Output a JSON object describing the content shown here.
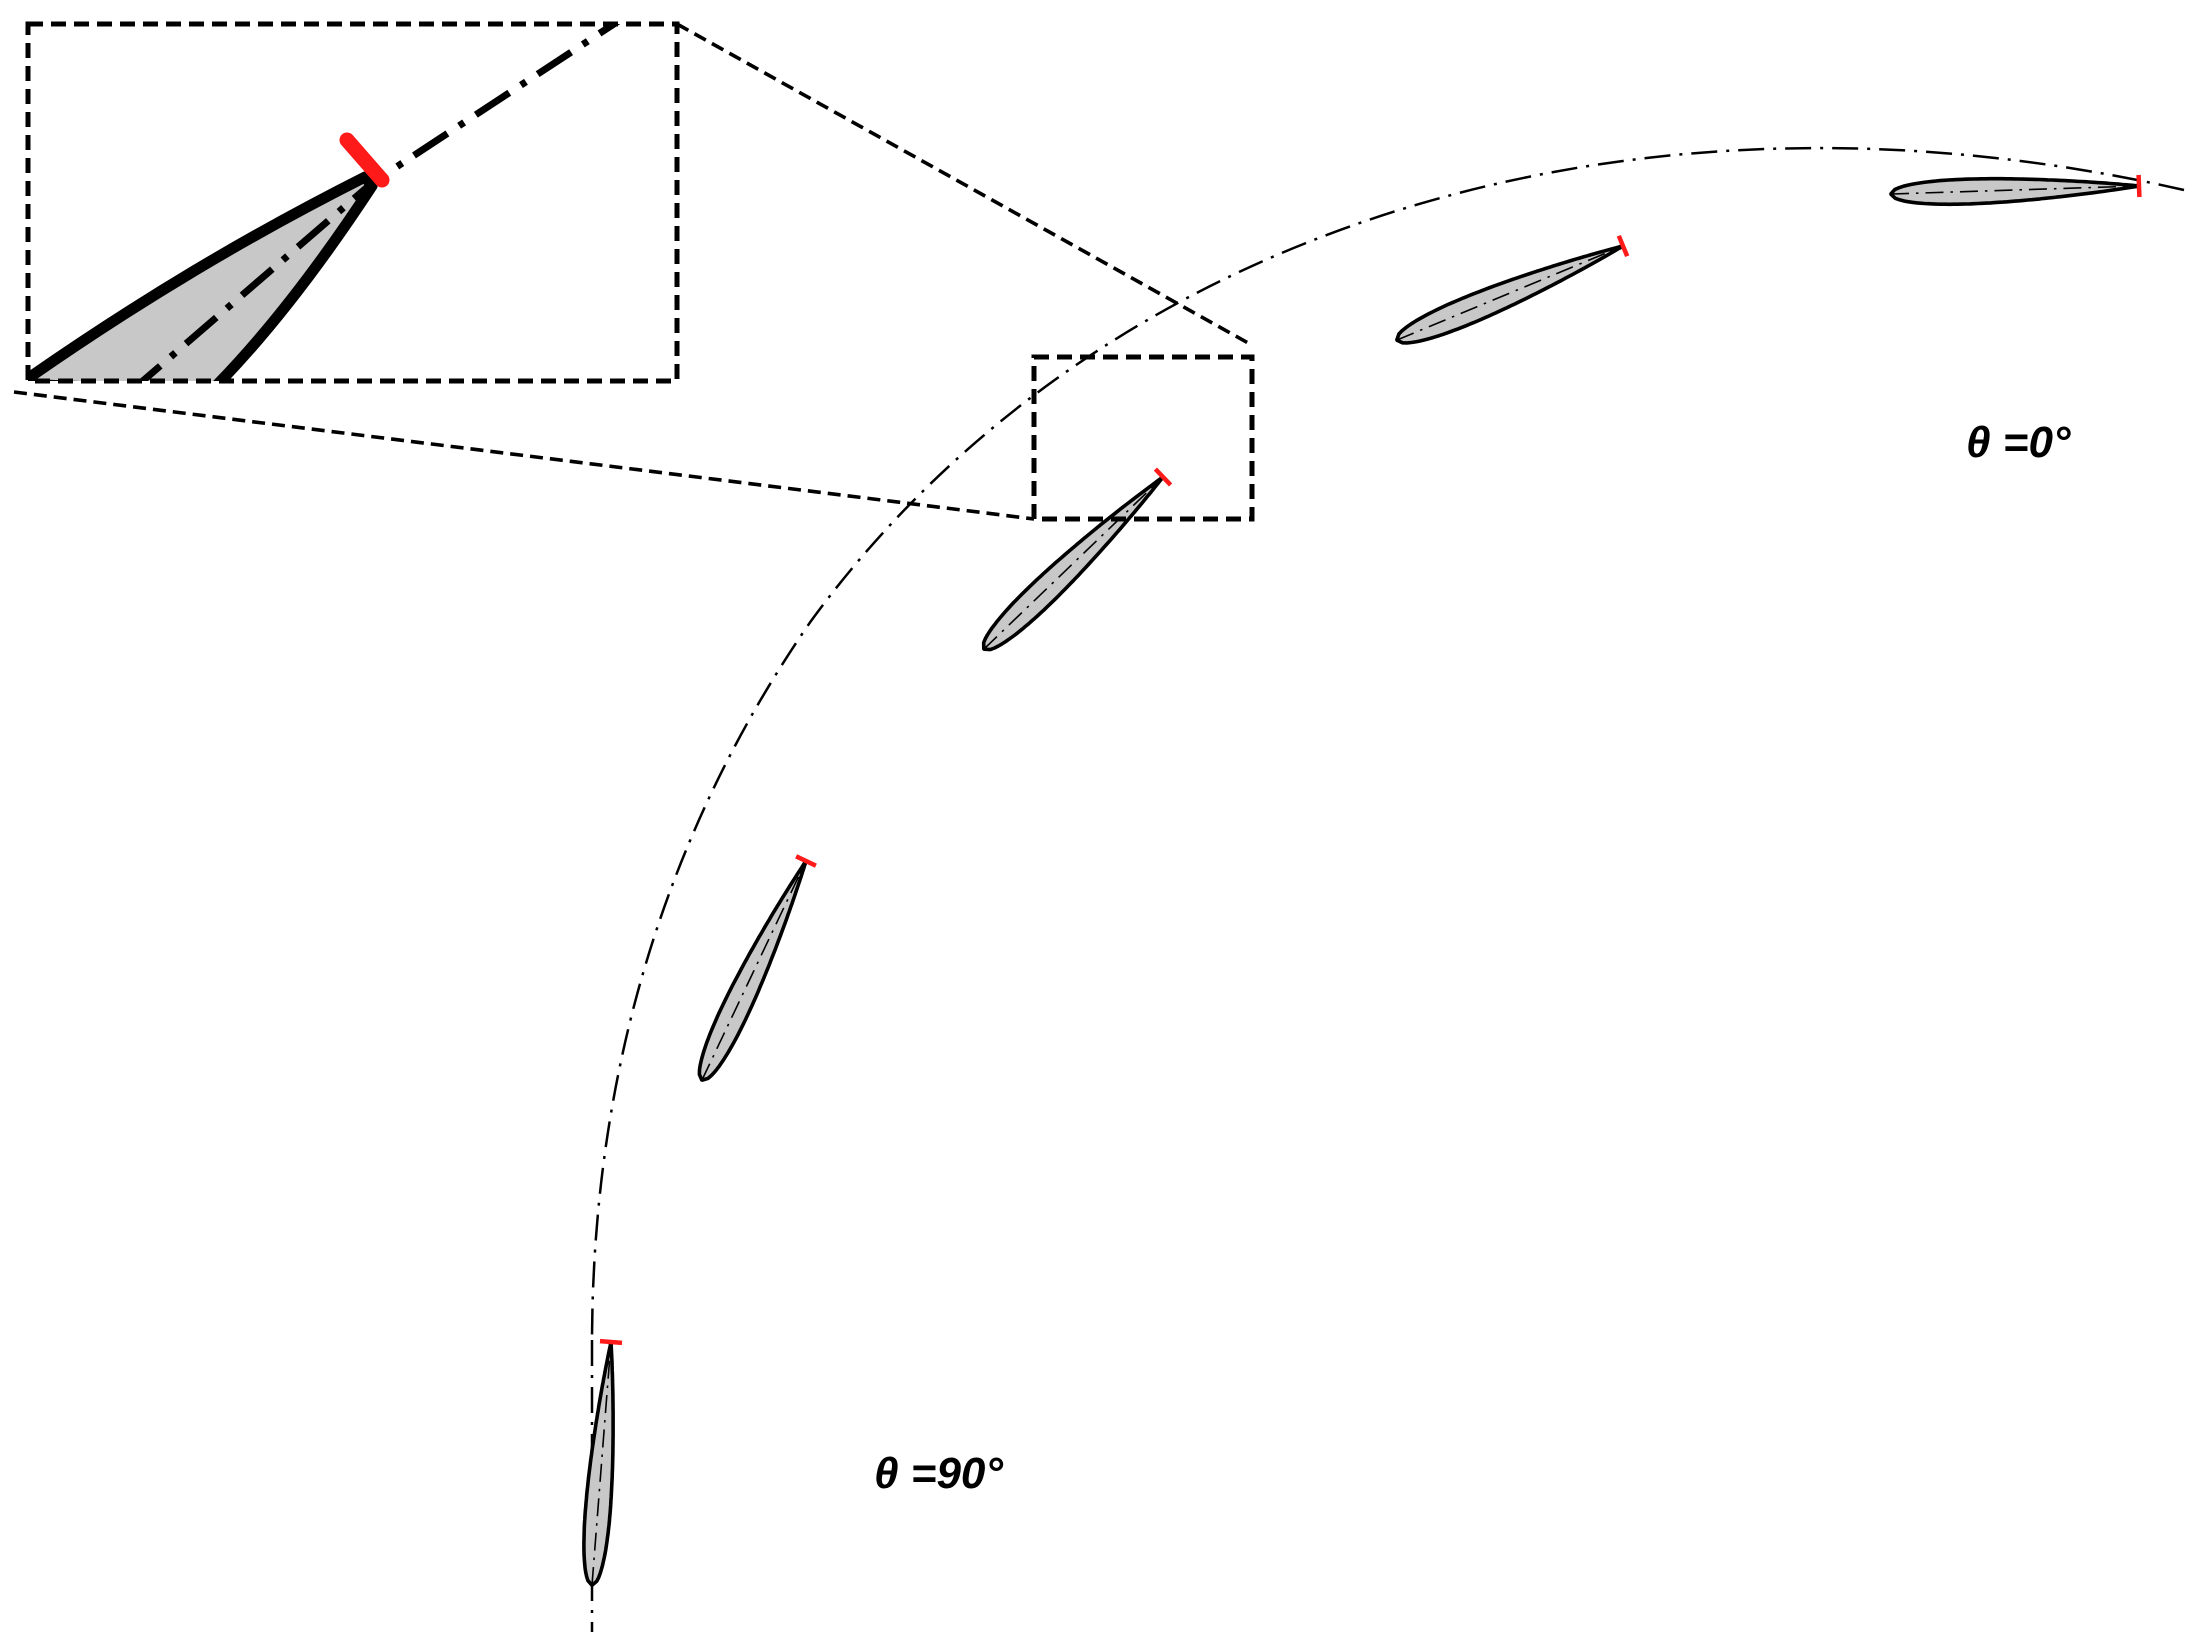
{
  "labels": {
    "theta_start": "θ =0°",
    "theta_end": "θ =90°"
  },
  "blades": [
    {
      "name": "blade-theta-0",
      "angle_deg": 0
    },
    {
      "name": "blade-theta-22",
      "angle_deg": 22.5
    },
    {
      "name": "blade-theta-45",
      "angle_deg": 45
    },
    {
      "name": "blade-theta-67",
      "angle_deg": 67.5
    },
    {
      "name": "blade-theta-90",
      "angle_deg": 90
    }
  ],
  "colors": {
    "blade_fill": "#c8c8c8",
    "outline": "#000000",
    "marker": "#ff1a1a",
    "background": "#ffffff"
  }
}
